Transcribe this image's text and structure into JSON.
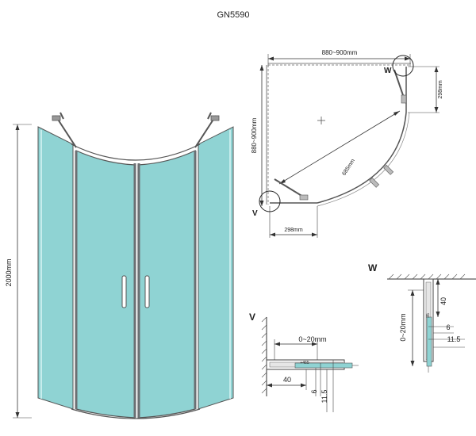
{
  "title": "GN5590",
  "front_view": {
    "height_label": "2000mm",
    "colors": {
      "glass": "#8fd3d3",
      "glass_light": "#c7ecec",
      "frame": "#6b6f73"
    }
  },
  "plan_view": {
    "width_label": "880~900mm",
    "depth_label": "880~900mm",
    "right_offset_label": "298mm",
    "bottom_offset_label": "298mm",
    "diagonal_label": "685mm",
    "marker_w": "W",
    "marker_v": "V"
  },
  "detail_w": {
    "title": "W",
    "adjust_label": "0~20mm",
    "dim_40": "40",
    "dim_6": "6",
    "dim_11_5": "11.5",
    "small_label": "35"
  },
  "detail_v": {
    "title": "V",
    "adjust_label": "0~20mm",
    "dim_40": "40",
    "dim_6": "6",
    "dim_11_5": "11.5",
    "small_label": "+465"
  }
}
